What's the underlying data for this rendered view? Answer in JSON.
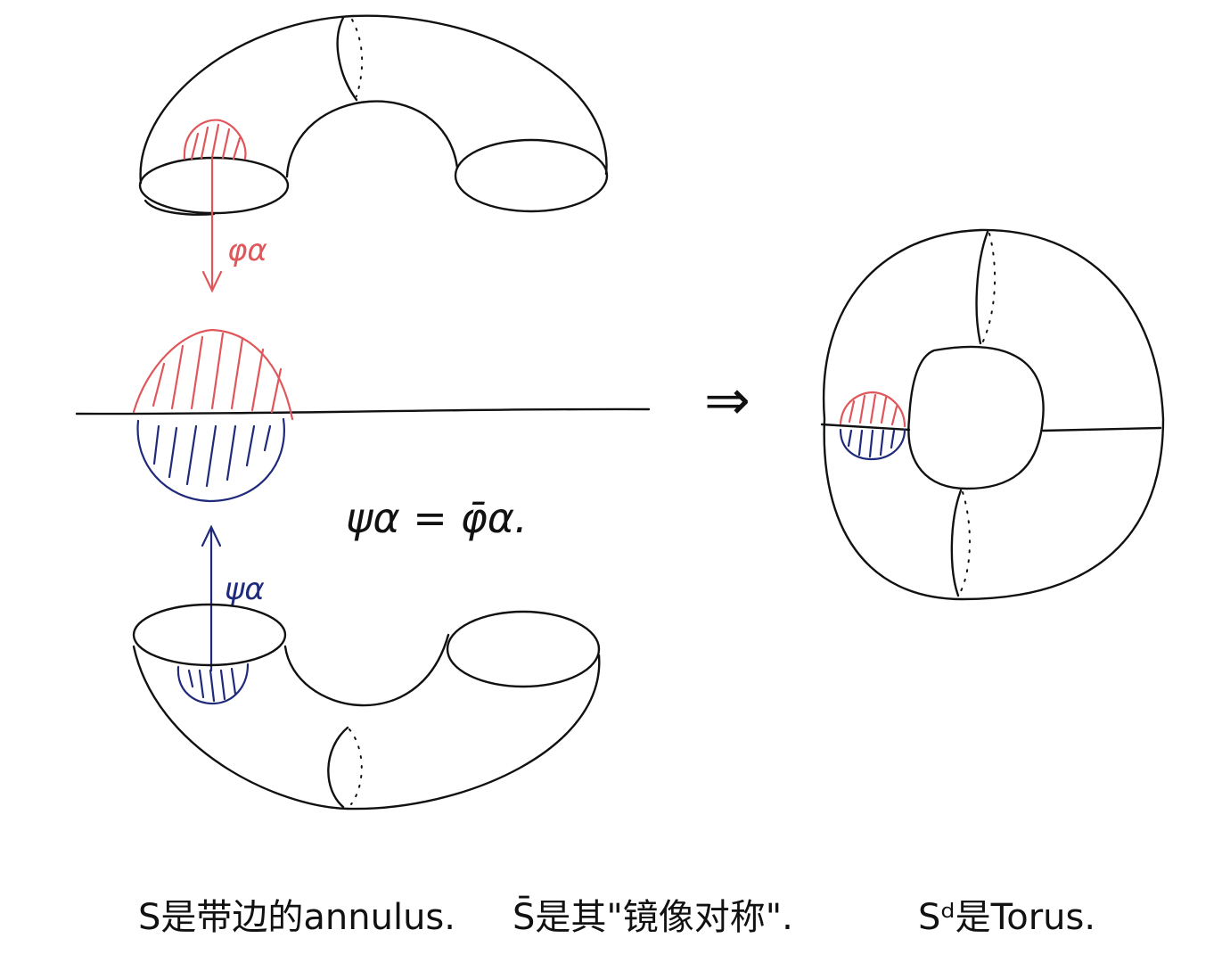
{
  "labels": {
    "phi_top": "φα",
    "psi_bottom": "ψα",
    "implies": "⇒",
    "equation": "ψα = φ̄α."
  },
  "caption": {
    "part1": "S是带边的annulus.",
    "part2": "S̄是其\"镜像对称\".",
    "part3": "Sᵈ是Torus."
  },
  "colors": {
    "ink": "#111111",
    "red": "#e0575b",
    "blue": "#1f2a7a"
  }
}
